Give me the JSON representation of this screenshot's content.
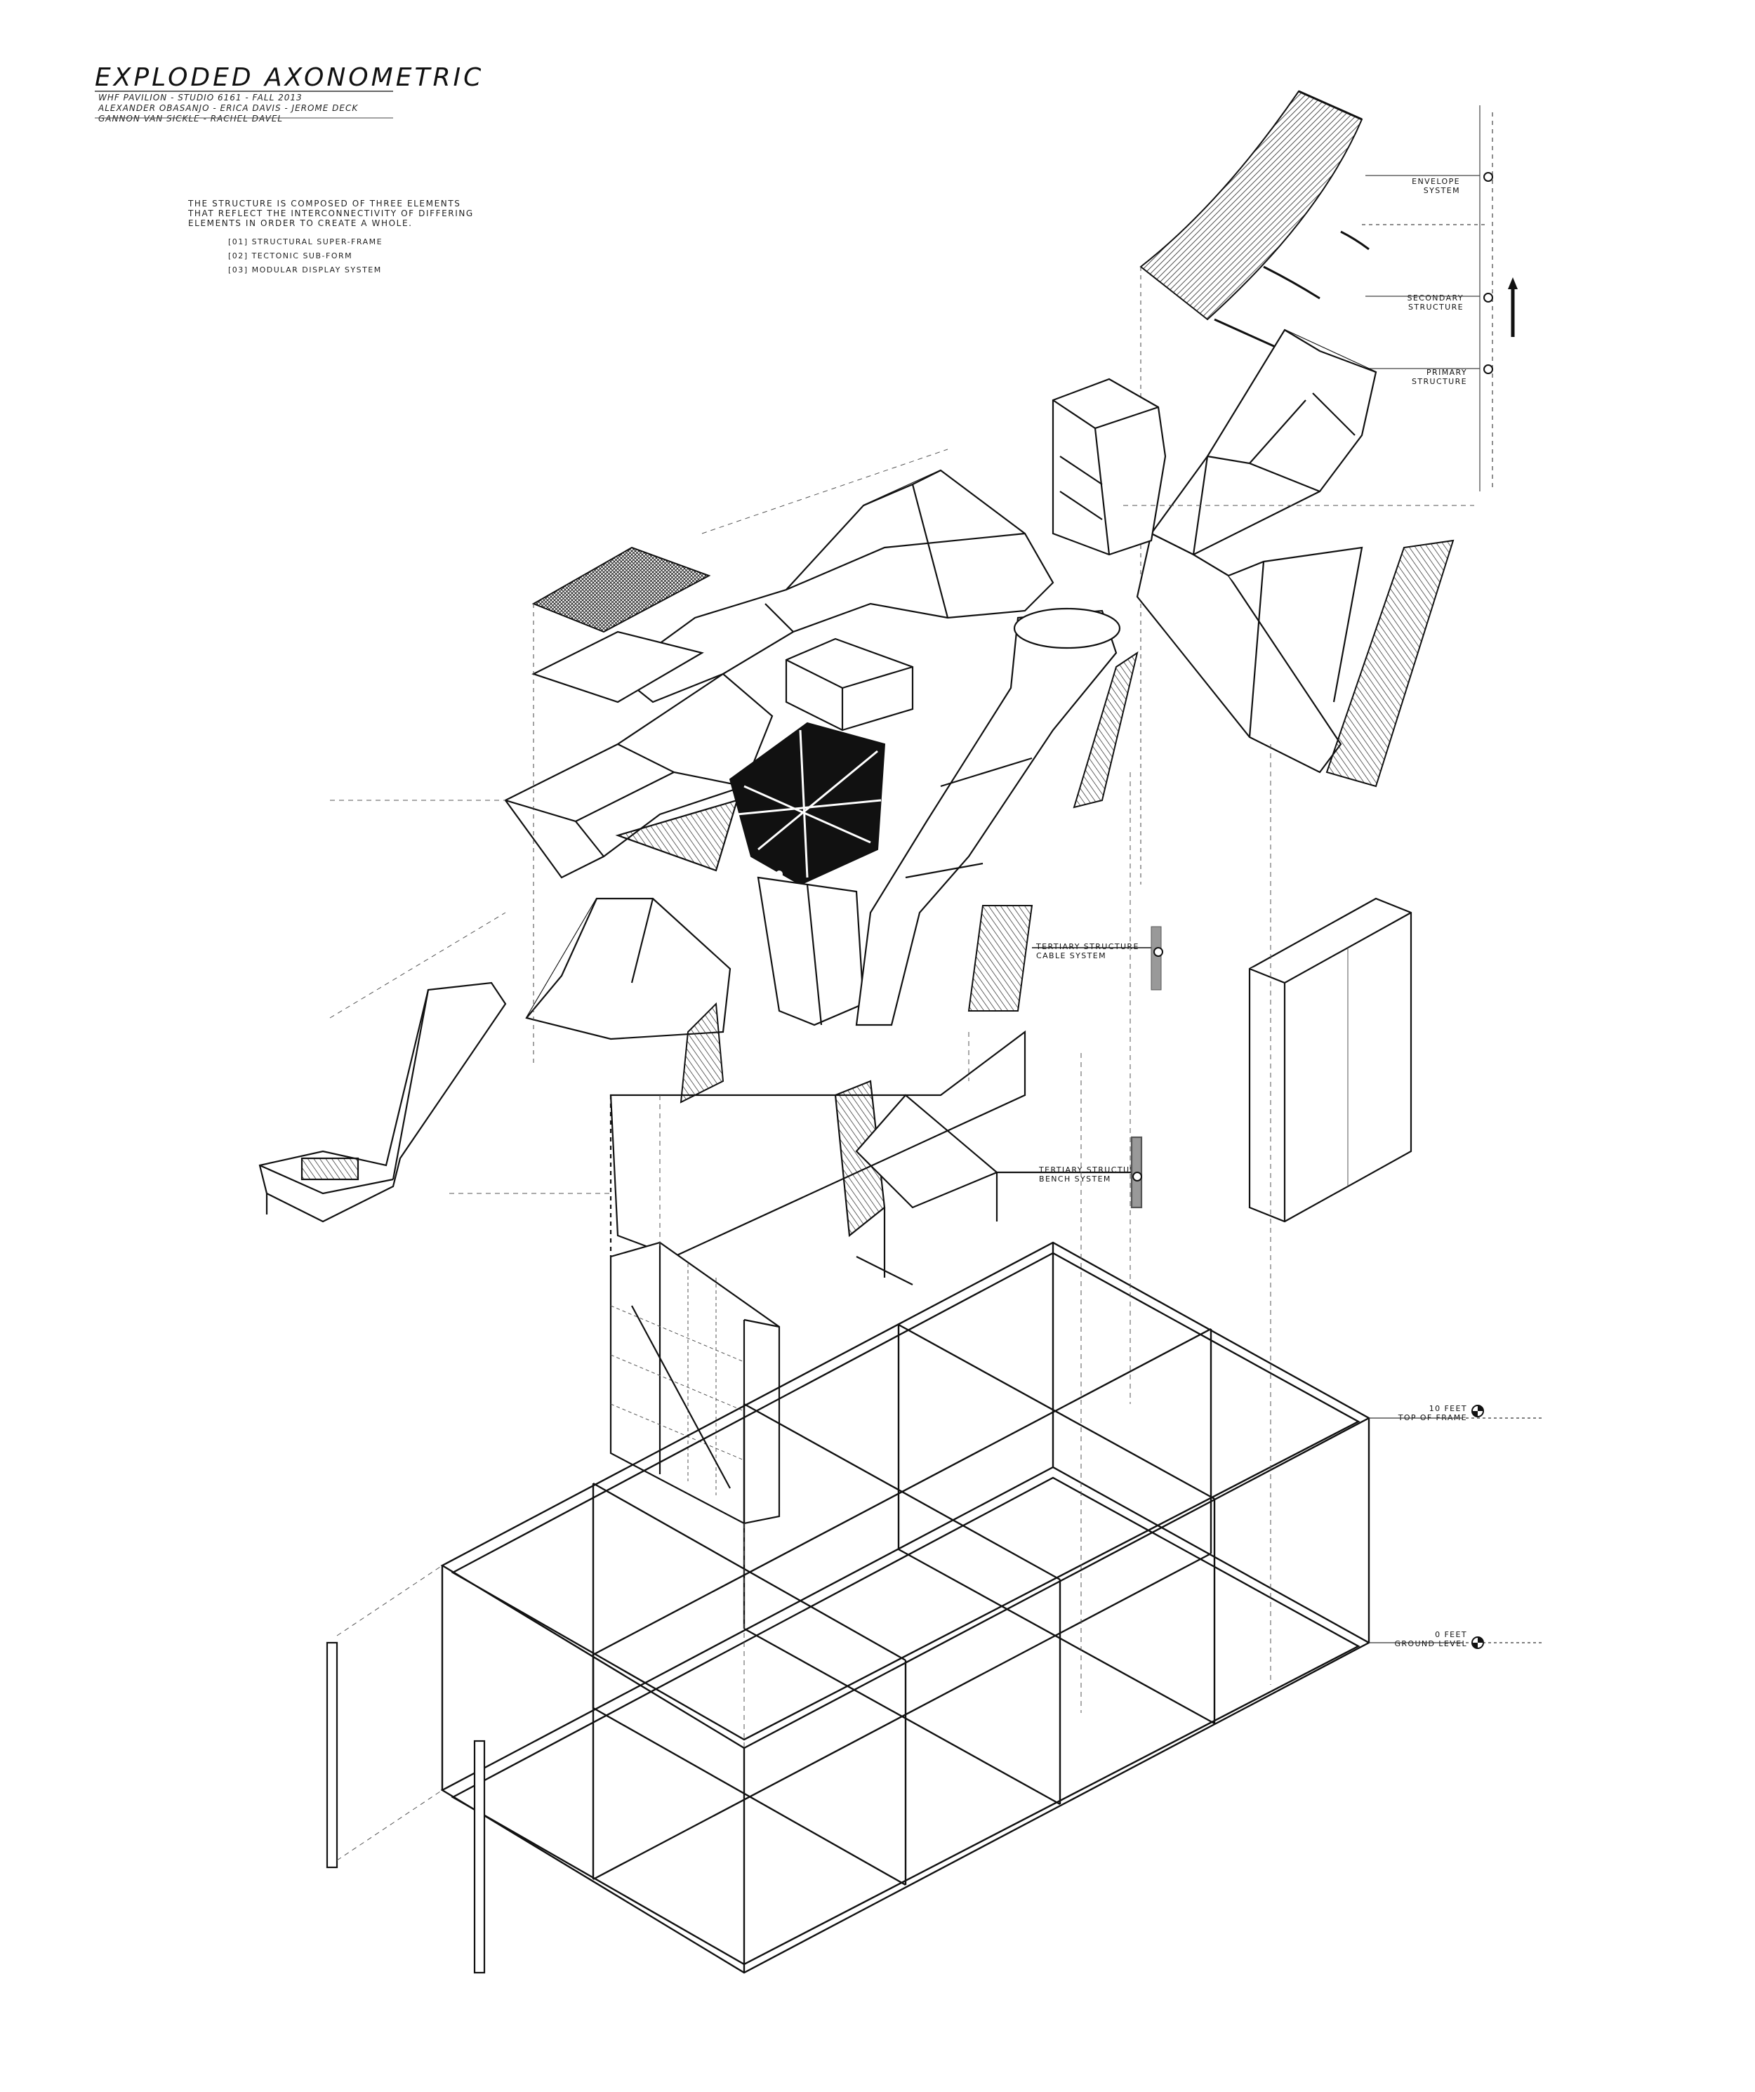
{
  "title": "EXPLODED AXONOMETRIC",
  "credits": [
    "WHF PAVILION - STUDIO 6161 - FALL 2013",
    "ALEXANDER OBASANJO - ERICA DAVIS - JEROME DECK",
    "GANNON VAN SICKLE - RACHEL DAVEL"
  ],
  "intro": [
    "THE STRUCTURE IS COMPOSED OF THREE ELEMENTS",
    "THAT REFLECT THE INTERCONNECTIVITY OF DIFFERING",
    "ELEMENTS IN ORDER TO CREATE A WHOLE."
  ],
  "elements": [
    "[01] STRUCTURAL SUPER-FRAME",
    "[02] TECTONIC SUB-FORM",
    "[03] MODULAR DISPLAY SYSTEM"
  ],
  "labels": {
    "envelope": [
      "ENVELOPE",
      "SYSTEM"
    ],
    "secondary": [
      "SECONDARY",
      "STRUCTURE"
    ],
    "primary": [
      "PRIMARY",
      "STRUCTURE"
    ],
    "cable": [
      "TERTIARY STRUCTURE",
      "CABLE SYSTEM"
    ],
    "bench": [
      "TERTIARY STRUCTURE",
      "BENCH SYSTEM"
    ],
    "top_frame": [
      "10 FEET",
      "TOP OF FRAME"
    ],
    "ground": [
      "0 FEET",
      "GROUND LEVEL"
    ]
  },
  "colors": {
    "ink": "#111111",
    "paper": "#ffffff",
    "hatch": "#222222"
  },
  "icons": [
    "north-arrow-icon",
    "level-marker-icon"
  ]
}
